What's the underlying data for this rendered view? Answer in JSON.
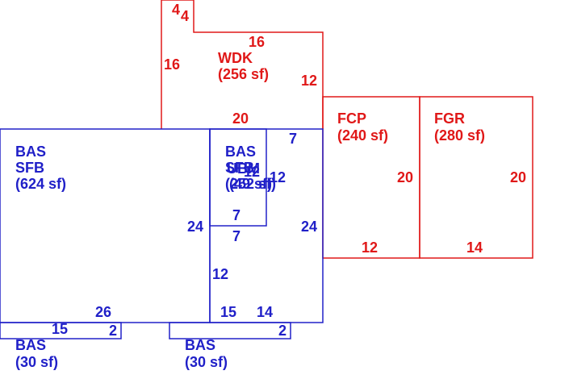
{
  "colors": {
    "blue": "#2020c8",
    "red": "#e01818"
  },
  "areas": {
    "wdk": {
      "code": "WDK",
      "area": "(256 sf)"
    },
    "fcp": {
      "code": "FCP",
      "area": "(240 sf)"
    },
    "fgr": {
      "code": "FGR",
      "area": "(280 sf)"
    },
    "bas_main": {
      "code": "BAS",
      "sub": "SFB",
      "area": "(624 sf)"
    },
    "bas_right": {
      "code": "BAS",
      "sub_a": "SFB",
      "sub_b": "UBM",
      "area_a": "(252 sf)",
      "area_b": "(49 sf)"
    },
    "bas_left_small": {
      "code": "BAS",
      "area": "(30 sf)"
    },
    "bas_right_small": {
      "code": "BAS",
      "area": "(30 sf)"
    }
  },
  "dimensions": {
    "wdk_top_4a": "4",
    "wdk_top_4b": "4",
    "wdk_16_top": "16",
    "wdk_16_left": "16",
    "wdk_12": "12",
    "wdk_20": "20",
    "fcp_20": "20",
    "fcp_12": "12",
    "fgr_20": "20",
    "fgr_14": "14",
    "right_7_top": "7",
    "inner_12": "12",
    "inner_7_a": "7",
    "inner_7_b": "7",
    "main_24": "24",
    "right_24": "24",
    "right_12": "12",
    "bottom_26": "26",
    "bottom_15_right": "15",
    "bottom_14": "14",
    "small_15": "15",
    "small_2_left": "2",
    "small_2_right": "2",
    "overlap_12": "12"
  }
}
